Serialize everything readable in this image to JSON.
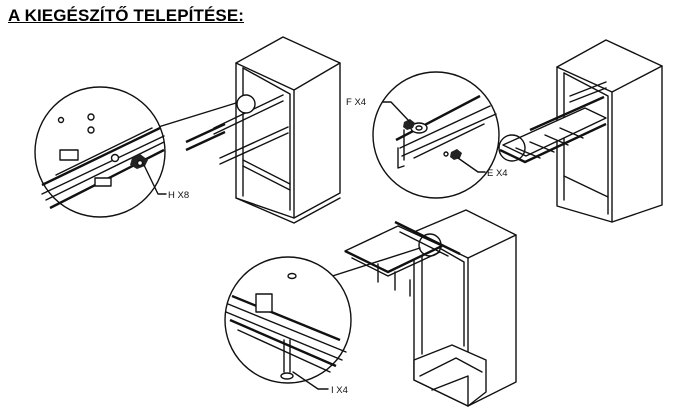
{
  "title": "A KIEGÉSZÍTŐ TELEPÍTÉSE:",
  "callouts": {
    "h": "H X8",
    "f": "F X4",
    "e": "E X4",
    "i": "I X4"
  }
}
